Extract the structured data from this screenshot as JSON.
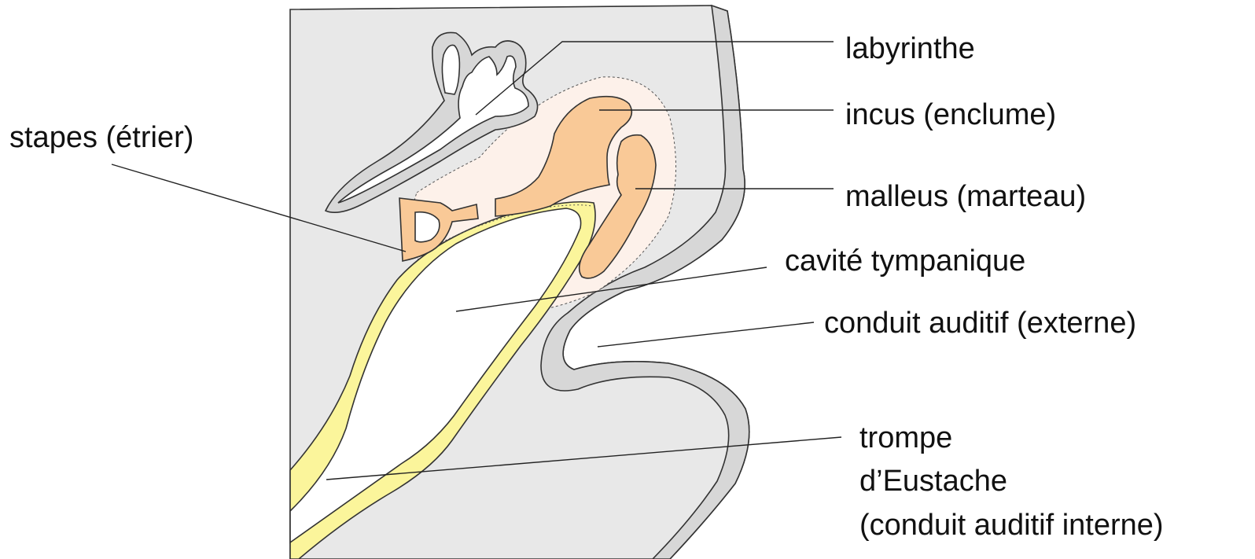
{
  "colors": {
    "tissue": "#e8e8e8",
    "canal_wall": "#d7d7d7",
    "ossicle": "#f9c997",
    "cavity_halo": "#fdf1ea",
    "eustachian_wall": "#fbf59b",
    "air": "#ffffff",
    "outline": "#333333"
  },
  "labels": {
    "labyrinthe": "labyrinthe",
    "incus": "incus (enclume)",
    "malleus": "malleus (marteau)",
    "cavite": "cavité tympanique",
    "conduit_externe": "conduit auditif (externe)",
    "trompe_l1": "trompe",
    "trompe_l2": "d’Eustache",
    "trompe_l3": "(conduit auditif interne)",
    "stapes": "stapes (étrier)"
  }
}
